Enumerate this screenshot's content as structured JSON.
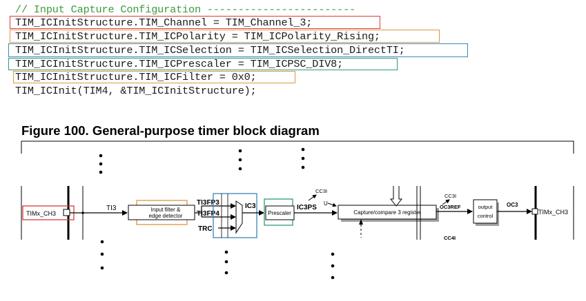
{
  "code": {
    "comment": "// Input Capture Configuration ------------------------",
    "lines": [
      "TIM_ICInitStructure.TIM_Channel = TIM_Channel_3;",
      "TIM_ICInitStructure.TIM_ICPolarity = TIM_ICPolarity_Rising;",
      "TIM_ICInitStructure.TIM_ICSelection = TIM_ICSelection_DirectTI;",
      "TIM_ICInitStructure.TIM_ICPrescaler = TIM_ICPSC_DIV8;",
      "TIM_ICInitStructure.TIM_ICFilter = 0x0;",
      "TIM_ICInit(TIM4, &TIM_ICInitStructure);"
    ]
  },
  "highlight_colors": {
    "channel": "#d93a3a",
    "polarity": "#e0963c",
    "selection": "#3a86b8",
    "prescaler": "#2f9a78",
    "filter": "#e0963c"
  },
  "figure": {
    "title": "Figure 100. General-purpose timer block diagram",
    "labels": {
      "timx_ch3_in": "TIMx_CH3",
      "ti3": "TI3",
      "filter_line1": "Input filter &",
      "filter_line2": "edge detector",
      "ti3fp3": "TI3FP3",
      "ti3fp4": "TI3FP4",
      "trc": "TRC",
      "ic3": "IC3",
      "prescaler": "Prescaler",
      "ic3ps": "IC3PS",
      "u": "U",
      "cc3i_top": "CC3I",
      "ccr3": "Capture/compare 3 register",
      "cc3i_right": "CC3I",
      "oc3ref": "OC3REF",
      "output_line1": "output",
      "output_line2": "control",
      "oc3": "OC3",
      "timx_ch3_out": "TIMx_CH3",
      "cc4i": "CC4I"
    }
  }
}
